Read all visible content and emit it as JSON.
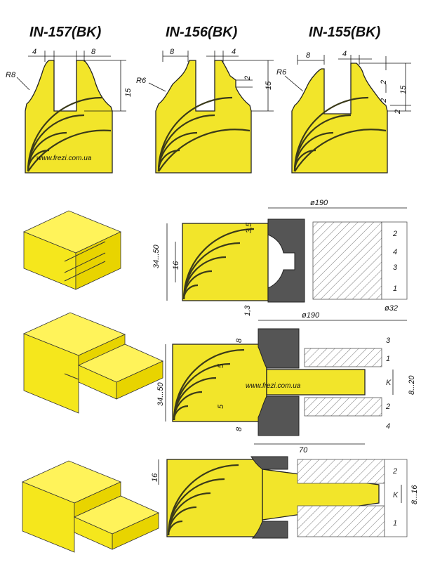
{
  "profiles": [
    {
      "title": "IN-157(BK)",
      "dims": [
        "4",
        "8",
        "15"
      ],
      "radius": "R8"
    },
    {
      "title": "IN-156(BK)",
      "dims": [
        "8",
        "4",
        "2",
        "15"
      ],
      "radius": "R6"
    },
    {
      "title": "IN-155(BK)",
      "dims": [
        "8",
        "4",
        "2",
        "2",
        "15",
        "2"
      ],
      "radius": "R6"
    }
  ],
  "watermark": "www.frezi.com.ua",
  "drawings": [
    {
      "name": "drawing-1",
      "dims": {
        "diameter": "ø190",
        "thickness": "34...50",
        "h16": "16",
        "d35": "3,5",
        "d13": "1,3",
        "bore": "ø32"
      },
      "parts": [
        "2",
        "4",
        "3",
        "1"
      ]
    },
    {
      "name": "drawing-2",
      "dims": {
        "diameter": "ø190",
        "thickness": "34...50",
        "d8a": "8",
        "d5a": "5",
        "d5b": "5",
        "d8b": "8",
        "width": "70",
        "spacer": "8...20"
      },
      "parts": [
        "3",
        "1",
        "K",
        "2",
        "4"
      ]
    },
    {
      "name": "drawing-3",
      "dims": {
        "h16": "16",
        "spacer": "8...16"
      },
      "parts": [
        "2",
        "K",
        "1"
      ]
    }
  ],
  "colors": {
    "wood": "#f2e52a",
    "steel": "#555555"
  }
}
